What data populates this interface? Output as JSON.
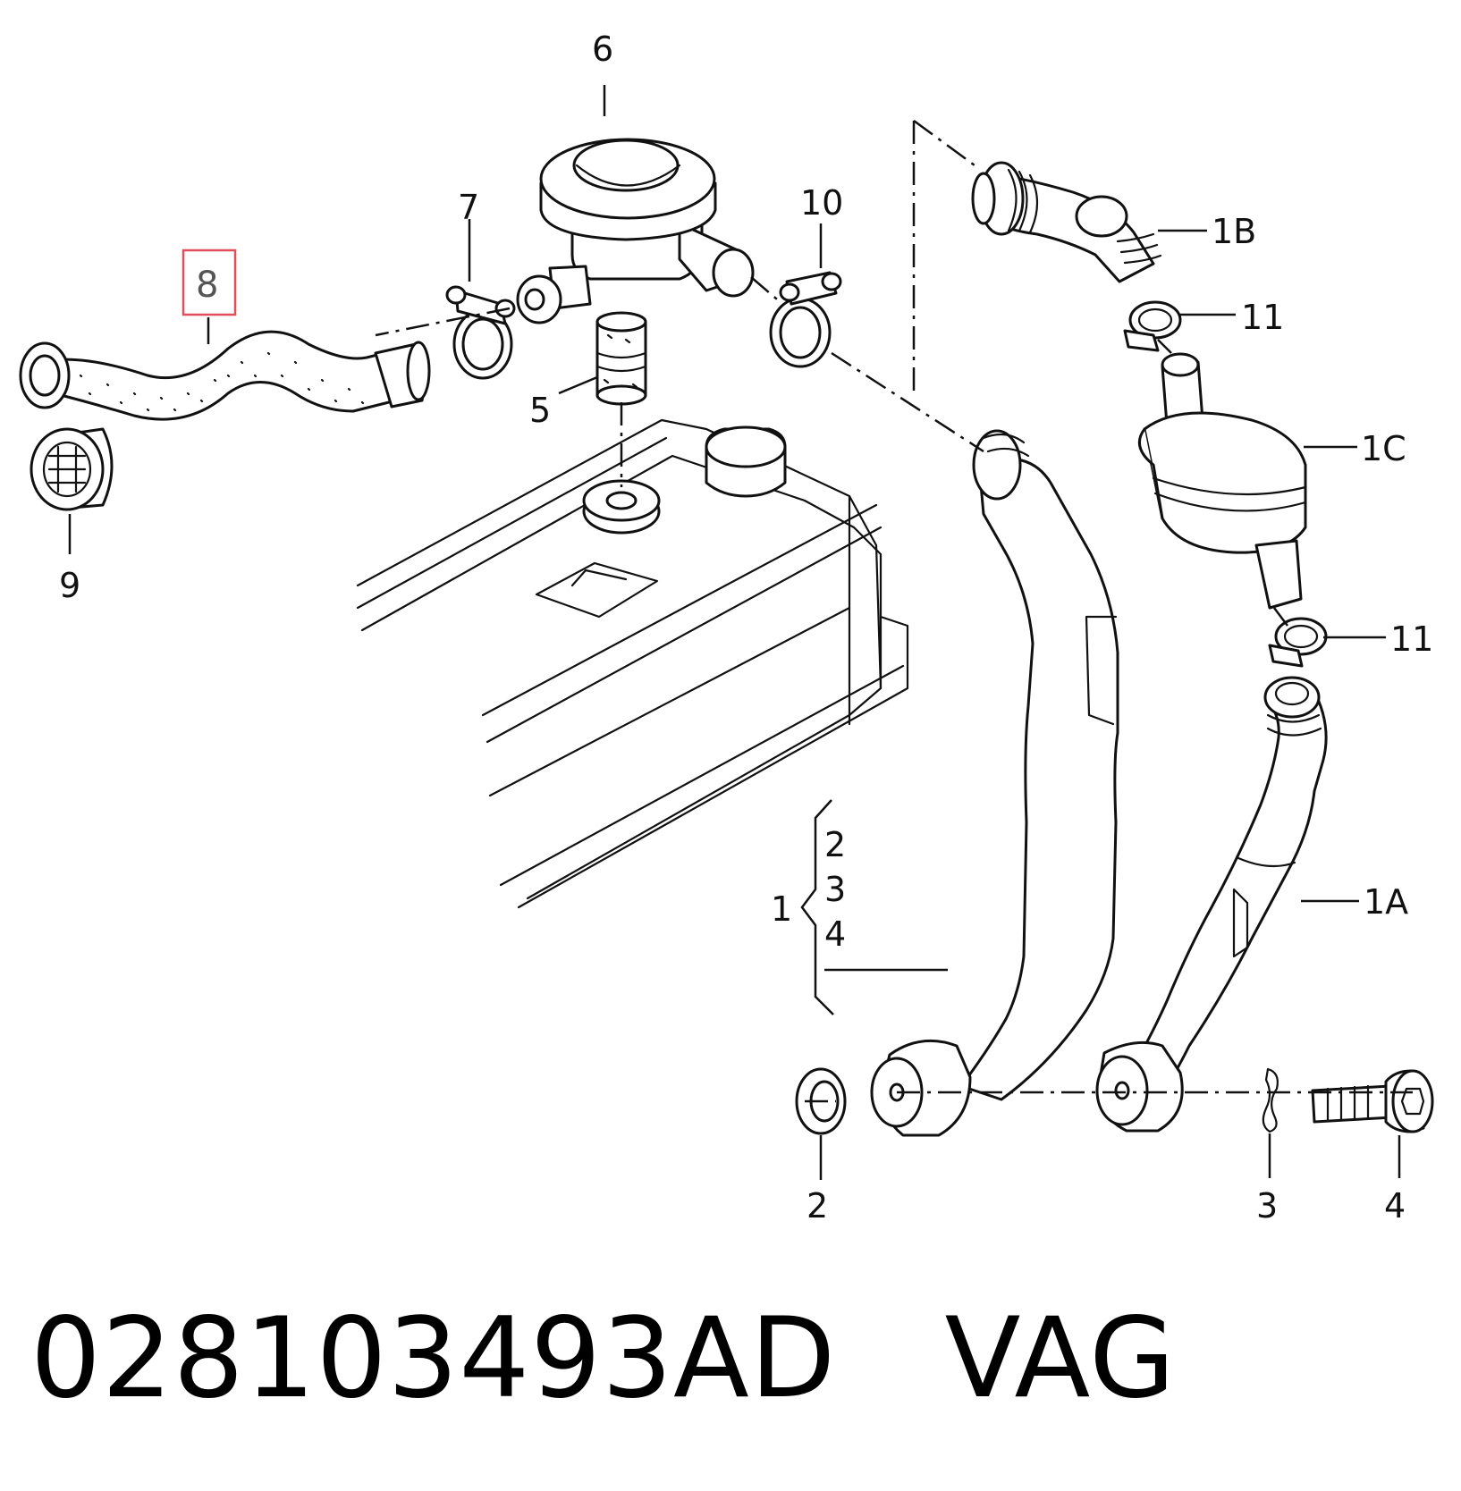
{
  "diagram": {
    "highlight_color": "#e0505a",
    "callouts": {
      "c6": "6",
      "c7": "7",
      "c8": "8",
      "c10": "10",
      "c5": "5",
      "c9": "9",
      "c1B": "1B",
      "c11a": "11",
      "c1C": "1C",
      "c11b": "11",
      "c1A": "1A",
      "c1": "1",
      "c2brace": "2",
      "c3brace": "3",
      "c4brace": "4",
      "c2": "2",
      "c3": "3",
      "c4": "4"
    }
  },
  "caption": {
    "part_number": "028103493AD",
    "brand": "VAG"
  }
}
